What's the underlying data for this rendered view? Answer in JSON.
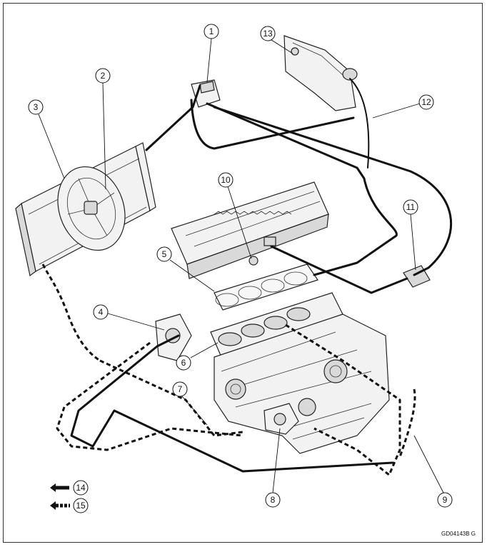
{
  "callouts": [
    "1",
    "2",
    "3",
    "4",
    "5",
    "6",
    "7",
    "8",
    "9",
    "10",
    "11",
    "12",
    "13",
    "14",
    "15"
  ],
  "drawing_code": "GD04143B  G",
  "legend": [
    {
      "callout": "14",
      "line_style": "solid"
    },
    {
      "callout": "15",
      "line_style": "dashed"
    }
  ],
  "colors": {
    "ink": "#111111",
    "part_fill": "#f2f2f2",
    "part_shade": "#d9d9d9"
  }
}
